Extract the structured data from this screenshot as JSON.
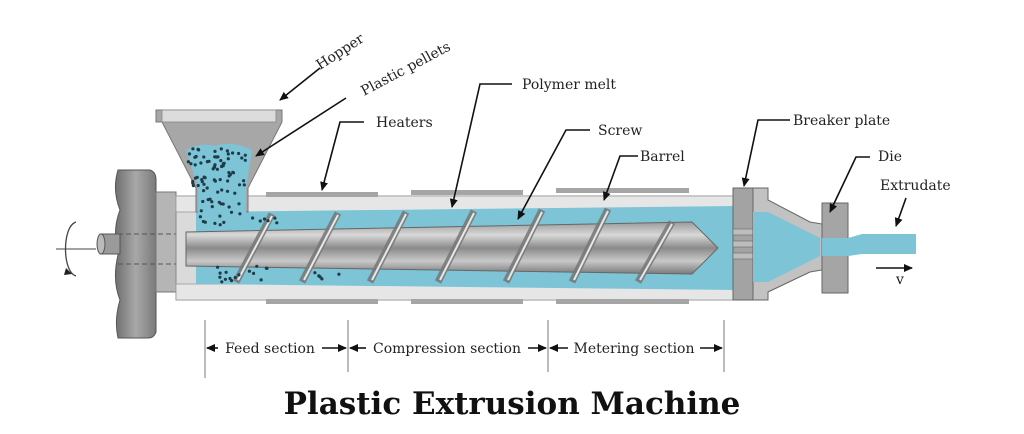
{
  "title": "Plastic Extrusion Machine",
  "labels": {
    "hopper": "Hopper",
    "plastic_pellets": "Plastic pellets",
    "heaters": "Heaters",
    "polymer_melt": "Polymer melt",
    "screw": "Screw",
    "barrel": "Barrel",
    "breaker_plate": "Breaker plate",
    "die": "Die",
    "extrudate": "Extrudate",
    "velocity": "v"
  },
  "sections": {
    "feed": "Feed section",
    "compression": "Compression section",
    "metering": "Metering section"
  },
  "colors": {
    "melt": "#7cc4d6",
    "barrel": "#dcdcdc",
    "metal_dark": "#8f8f8f",
    "metal_mid": "#a9a9a9",
    "pellet": "#1f3b48",
    "text": "#222222"
  }
}
